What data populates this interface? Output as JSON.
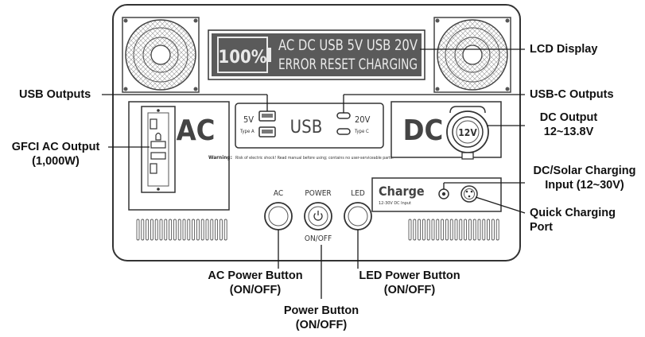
{
  "lcd": {
    "battery_percent": "100%",
    "line1": "AC  DC  USB 5V  USB 20V",
    "line2": "ERROR  RESET  CHARGING"
  },
  "panel": {
    "ac_label": "AC",
    "dc_label": "DC",
    "usb_label": "USB",
    "usb_a_voltage": "5V",
    "usb_a_type": "Type A",
    "usb_c_voltage": "20V",
    "usb_c_type": "Type C",
    "car_socket_label": "12V",
    "warning_title": "Warning:",
    "warning_text": "Risk of electric shock!  Read manual before using; contains no user-serviceable parts.",
    "charge_label": "Charge",
    "charge_sub": "12-30V DC Input",
    "btn_ac": "AC",
    "btn_power": "POWER",
    "btn_led": "LED",
    "power_onoff": "ON/OFF"
  },
  "callouts": {
    "lcd_display": "LCD Display",
    "usb_outputs": "USB Outputs",
    "usbc_outputs": "USB-C Outputs",
    "dc_output_1": "DC Output",
    "dc_output_2": "12~13.8V",
    "gfci_1": "GFCI AC Output",
    "gfci_2": "(1,000W)",
    "solar_1": "DC/Solar Charging",
    "solar_2": "Input (12~30V)",
    "quick_1": "Quick Charging",
    "quick_2": "Port",
    "ac_btn_1": "AC Power Button",
    "ac_btn_2": "(ON/OFF)",
    "led_btn_1": "LED Power Button",
    "led_btn_2": "(ON/OFF)",
    "pwr_btn_1": "Power Button",
    "pwr_btn_2": "(ON/OFF)"
  },
  "colors": {
    "line": "#1a1a1a",
    "lcd_bg": "#5a5a5a",
    "lcd_text": "#e9e9e9",
    "panel_stroke": "#333333"
  }
}
